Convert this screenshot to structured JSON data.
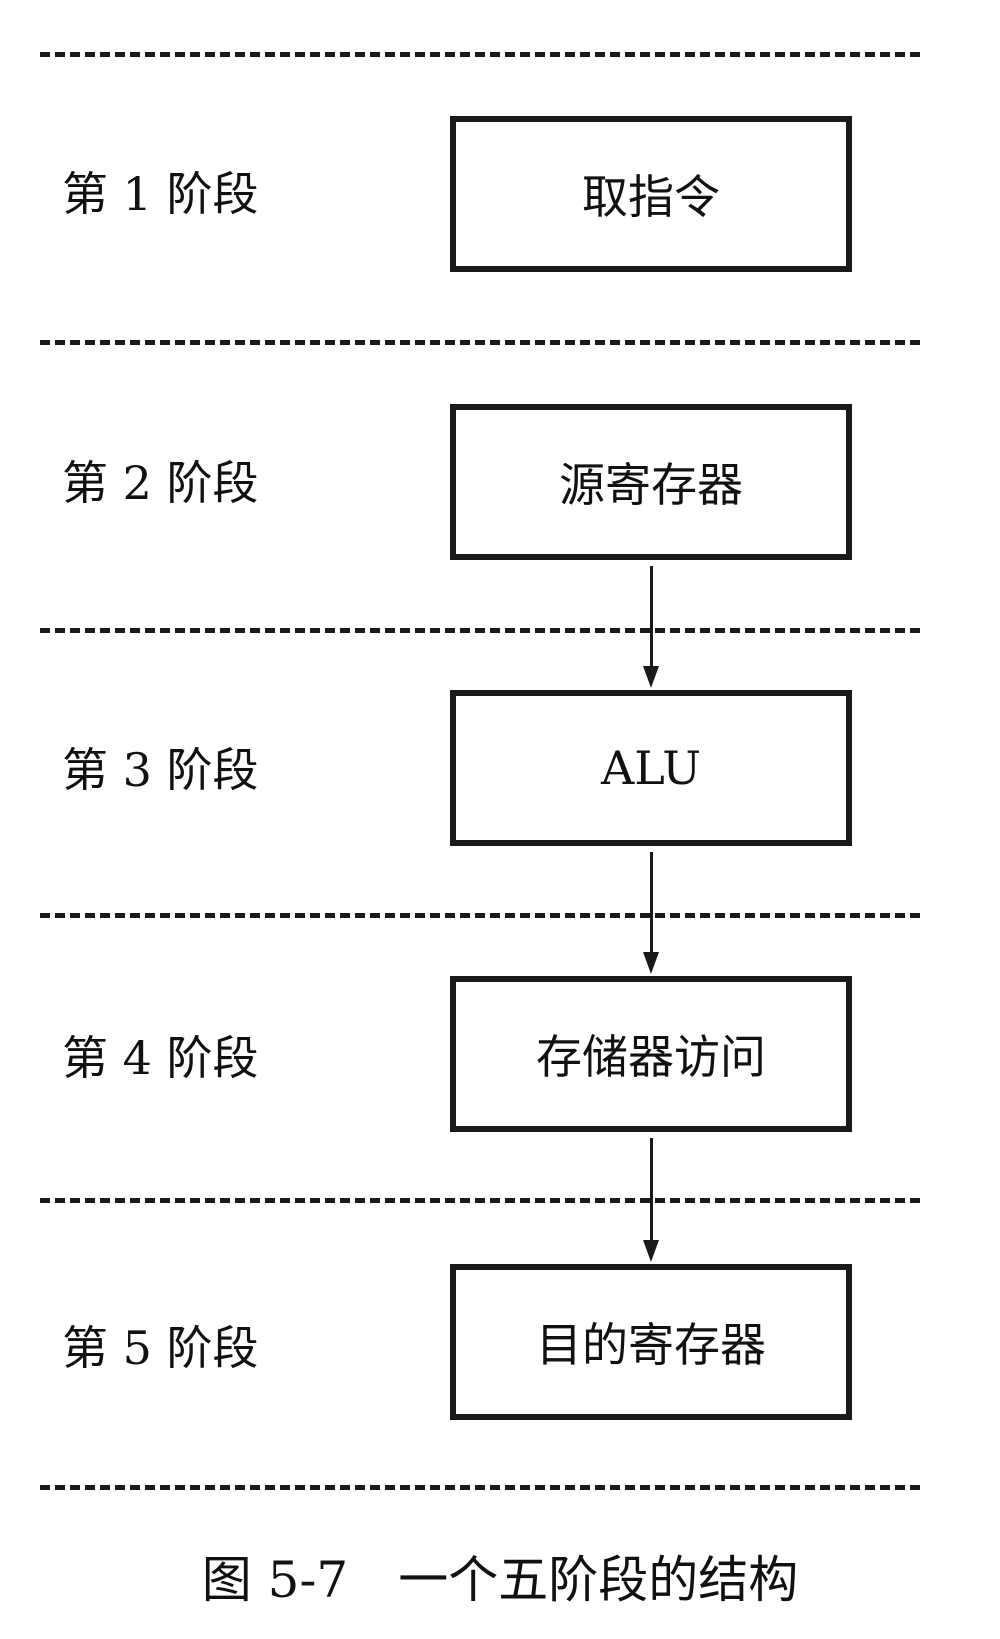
{
  "stages": [
    {
      "label": "第 1 阶段",
      "box": "取指令"
    },
    {
      "label": "第 2 阶段",
      "box": "源寄存器"
    },
    {
      "label": "第 3 阶段",
      "box": "ALU"
    },
    {
      "label": "第 4 阶段",
      "box": "存储器访问"
    },
    {
      "label": "第 5 阶段",
      "box": "目的寄存器"
    }
  ],
  "caption": "图 5-7　一个五阶段的结构",
  "colors": {
    "line": "#1a1a1a",
    "background": "#ffffff"
  }
}
